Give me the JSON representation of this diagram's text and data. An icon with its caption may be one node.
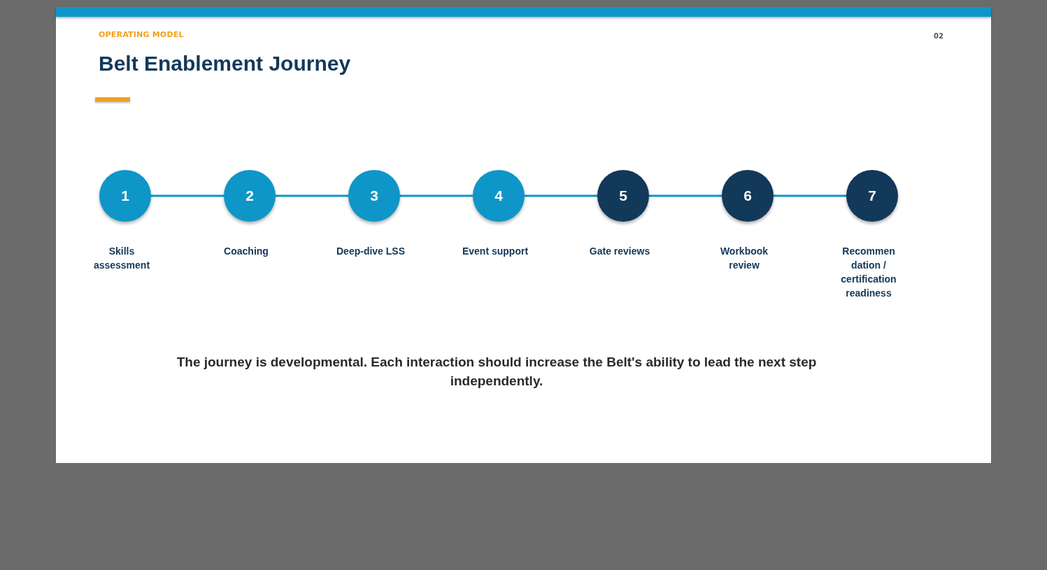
{
  "diagram": {
    "title": "Belt Enablement Journey",
    "nodes": [
      {
        "text": [
          "1"
        ],
        "beside": [
          "Skills assessment"
        ]
      },
      {
        "text": [
          "2"
        ],
        "beside": [
          "Coaching"
        ]
      },
      {
        "text": [
          "3"
        ],
        "beside": [
          "Deep-dive LSS"
        ]
      },
      {
        "text": [
          "4"
        ],
        "beside": [
          "Event support"
        ]
      },
      {
        "text": [
          "5"
        ],
        "beside": [
          "Gate reviews"
        ]
      },
      {
        "text": [
          "6"
        ],
        "beside": [
          "Workbook review"
        ]
      },
      {
        "text": [
          "7"
        ],
        "beside": [
          "Recommendation / certification readiness"
        ]
      }
    ],
    "edges": [
      {
        "from": 0,
        "to": 1,
        "arrow": "none"
      },
      {
        "from": 1,
        "to": 2,
        "arrow": "none"
      },
      {
        "from": 2,
        "to": 3,
        "arrow": "none"
      },
      {
        "from": 3,
        "to": 4,
        "arrow": "none"
      },
      {
        "from": 4,
        "to": 5,
        "arrow": "none"
      },
      {
        "from": 5,
        "to": 6,
        "arrow": "none"
      }
    ],
    "labels": [
      "OPERATING MODEL",
      "02",
      "The journey is developmental. Each interaction should increase the Belt's ability to lead the next step independently."
    ]
  }
}
